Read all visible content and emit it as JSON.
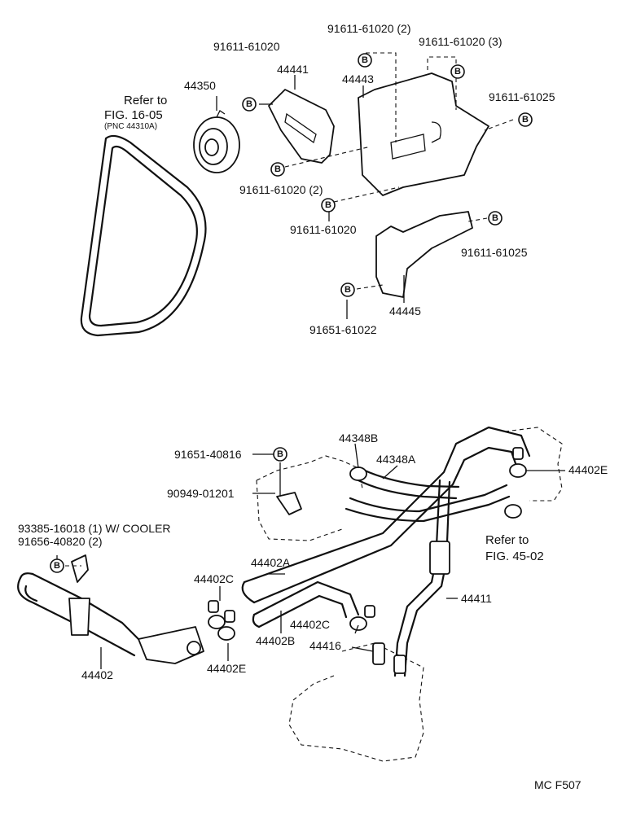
{
  "labels": {
    "refer_1605_line1": "Refer to",
    "refer_1605_line2": "FIG. 16-05",
    "refer_1605_pnc": "(PNC 44310A)",
    "p44350": "44350",
    "p91611_61020_a": "91611-61020",
    "p44441": "44441",
    "p91611_61020_2_top": "91611-61020 (2)",
    "p91611_61020_3": "91611-61020 (3)",
    "p44443": "44443",
    "p91611_61025_a": "91611-61025",
    "p91611_61020_2_mid": "91611-61020 (2)",
    "p91611_61020_b": "91611-61020",
    "p91611_61025_b": "91611-61025",
    "p44445": "44445",
    "p91651_61022": "91651-61022",
    "p91651_40816": "91651-40816",
    "p44348B": "44348B",
    "p44348A": "44348A",
    "p44402E_r": "44402E",
    "p90949_01201": "90949-01201",
    "p93385_16018": "93385-16018 (1) W/ COOLER",
    "p91656_40820": "91656-40820 (2)",
    "refer_4502_line1": "Refer to",
    "refer_4502_line2": "FIG. 45-02",
    "p44402A": "44402A",
    "p44402C_l": "44402C",
    "p44411": "44411",
    "p44402C_r": "44402C",
    "p44402B": "44402B",
    "p44416": "44416",
    "p44402": "44402",
    "p44402E_l": "44402E",
    "code": "MC F507"
  },
  "bolt_symbol": "B"
}
